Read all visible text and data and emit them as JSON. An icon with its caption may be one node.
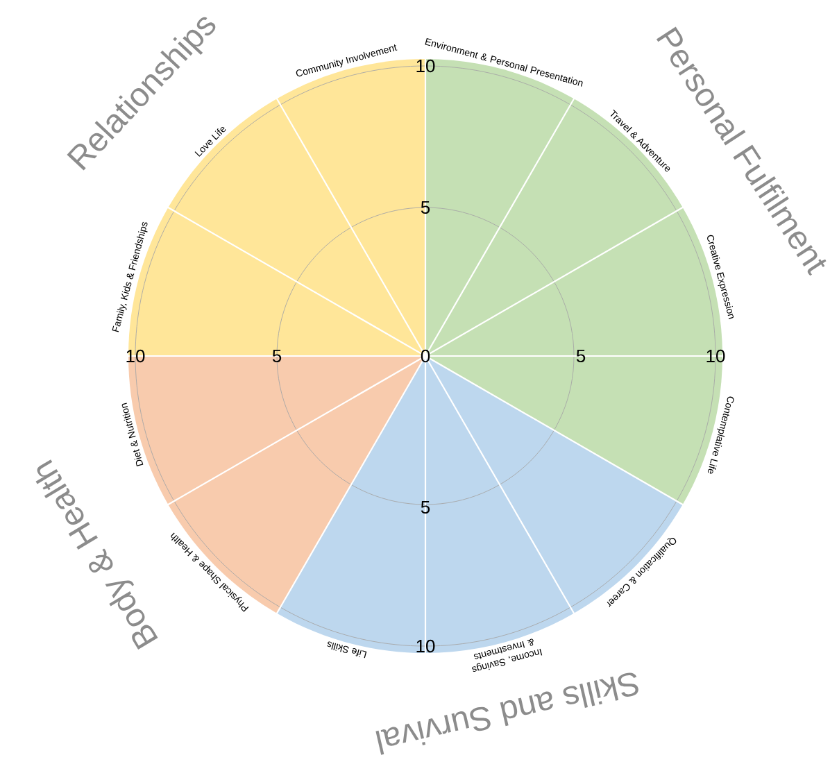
{
  "diagram": {
    "nodes": [
      {
        "text": [
          "Environment & Personal Presentation"
        ]
      },
      {
        "text": [
          "Travel & Adventure"
        ]
      },
      {
        "text": [
          "Creative Expression"
        ]
      },
      {
        "text": [
          "Contemplative Life"
        ]
      },
      {
        "text": [
          "Qualification & Career"
        ]
      },
      {
        "text": [
          "Income, Savings & Investments"
        ]
      },
      {
        "text": [
          "Life Skills"
        ]
      },
      {
        "text": [
          "Physical Shape & Health"
        ]
      },
      {
        "text": [
          "Diet & Nutrition"
        ]
      },
      {
        "text": [
          "Family, Kids & Friendships"
        ]
      },
      {
        "text": [
          "Love Life"
        ]
      },
      {
        "text": [
          "Community Involvement"
        ]
      }
    ],
    "labels": [
      "Relationships",
      "10",
      "5",
      "Personal Fulfilment",
      "10",
      "5",
      "0",
      "5",
      "10",
      "5",
      "10",
      "Body & Health",
      "Skills and Survival"
    ]
  }
}
